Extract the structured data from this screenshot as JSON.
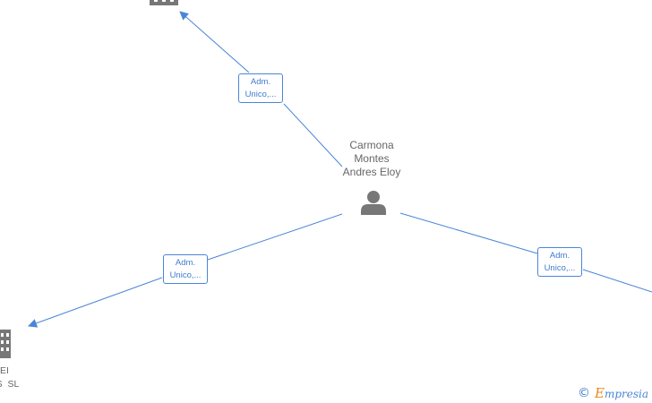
{
  "person": {
    "name_lines": [
      "Carmona",
      "Montes",
      "Andres Eloy"
    ]
  },
  "edges": [
    {
      "label_lines": [
        "Adm.",
        "Unico,..."
      ]
    },
    {
      "label_lines": [
        "Adm.",
        "Unico,..."
      ]
    },
    {
      "label_lines": [
        "Adm.",
        "Unico,..."
      ]
    }
  ],
  "companies": [
    {
      "name": ""
    },
    {
      "name_lines": [
        "EI",
        "AS  SL"
      ]
    },
    {
      "name": ""
    }
  ],
  "watermark": {
    "copyright_symbol": "©",
    "brand_first": "E",
    "brand_rest": "mpresia"
  },
  "colors": {
    "edge": "#4a86d6",
    "node": "#777777",
    "text": "#666666",
    "brand_accent": "#e8891a"
  }
}
